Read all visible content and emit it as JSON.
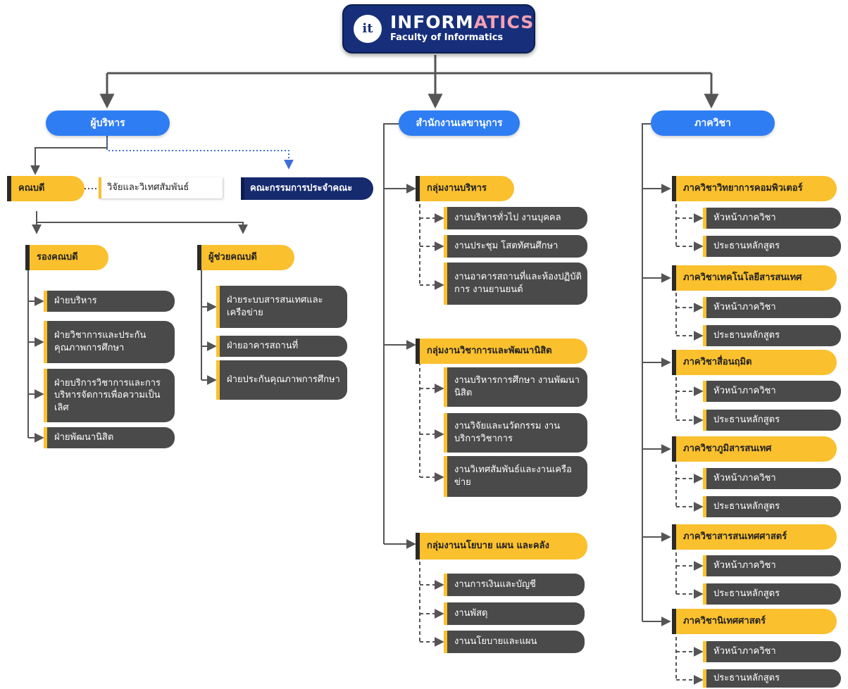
{
  "logo": {
    "badge": "it",
    "title_main": "INFORM",
    "title_accent": "ATICS",
    "subtitle": "Faculty of Informatics",
    "colors": {
      "title": "#ffffff",
      "accent": "#f4a0b4",
      "background": "#172f7a"
    }
  },
  "executives": {
    "label": "ผู้บริหาร",
    "dean": "คณบดี",
    "research": "วิจัยและวิเทศสัมพันธ์",
    "committee": "คณะกรรมการประจำคณะ",
    "vice_dean": {
      "label": "รองคณบดี",
      "items": [
        "ฝ่ายบริหาร",
        "ฝ่ายวิชาการและประกันคุณภาพการศึกษา",
        "ฝ่ายบริการวิชาการและการบริหารจัดการเพื่อความเป็นเลิศ",
        "ฝ่ายพัฒนานิสิต"
      ]
    },
    "assistant_dean": {
      "label": "ผู้ช่วยคณบดี",
      "items": [
        "ฝ่ายระบบสารสนเทศและเครือข่าย",
        "ฝ่ายอาคารสถานที่",
        "ฝ่ายประกันคุณภาพการศึกษา"
      ]
    }
  },
  "office": {
    "label": "สำนักงานเลขานุการ",
    "groups": [
      {
        "label": "กลุ่มงานบริหาร",
        "items": [
          "งานบริหารทั่วไป งานบุคคล",
          "งานประชุม โสตทัศนศึกษา",
          "งานอาคารสถานที่และห้องปฏิบัติการ งานยานยนต์"
        ]
      },
      {
        "label": "กลุ่มงานวิชาการและพัฒนานิสิต",
        "items": [
          "งานบริหารการศึกษา งานพัฒนานิสิต",
          "งานวิจัยและนวัตกรรม งานบริการวิชาการ",
          "งานวิเทศสัมพันธ์และงานเครือข่าย"
        ]
      },
      {
        "label": "กลุ่มงานนโยบาย แผน และคลัง",
        "items": [
          "งานการเงินและบัญชี",
          "งานพัสดุ",
          "งานนโยบายและแผน"
        ]
      }
    ]
  },
  "departments": {
    "label": "ภาควิชา",
    "head": "หัวหน้าภาควิชา",
    "chair": "ประธานหลักสูตร",
    "list": [
      "ภาควิชาวิทยาการคอมพิวเตอร์",
      "ภาควิชาเทคโนโลยีสารสนเทศ",
      "ภาควิชาสื่อนฤมิต",
      "ภาควิชาภูมิสารสนเทศ",
      "ภาควิชาสารสนเทศศาสตร์",
      "ภาควิชานิเทศศาสตร์"
    ]
  }
}
